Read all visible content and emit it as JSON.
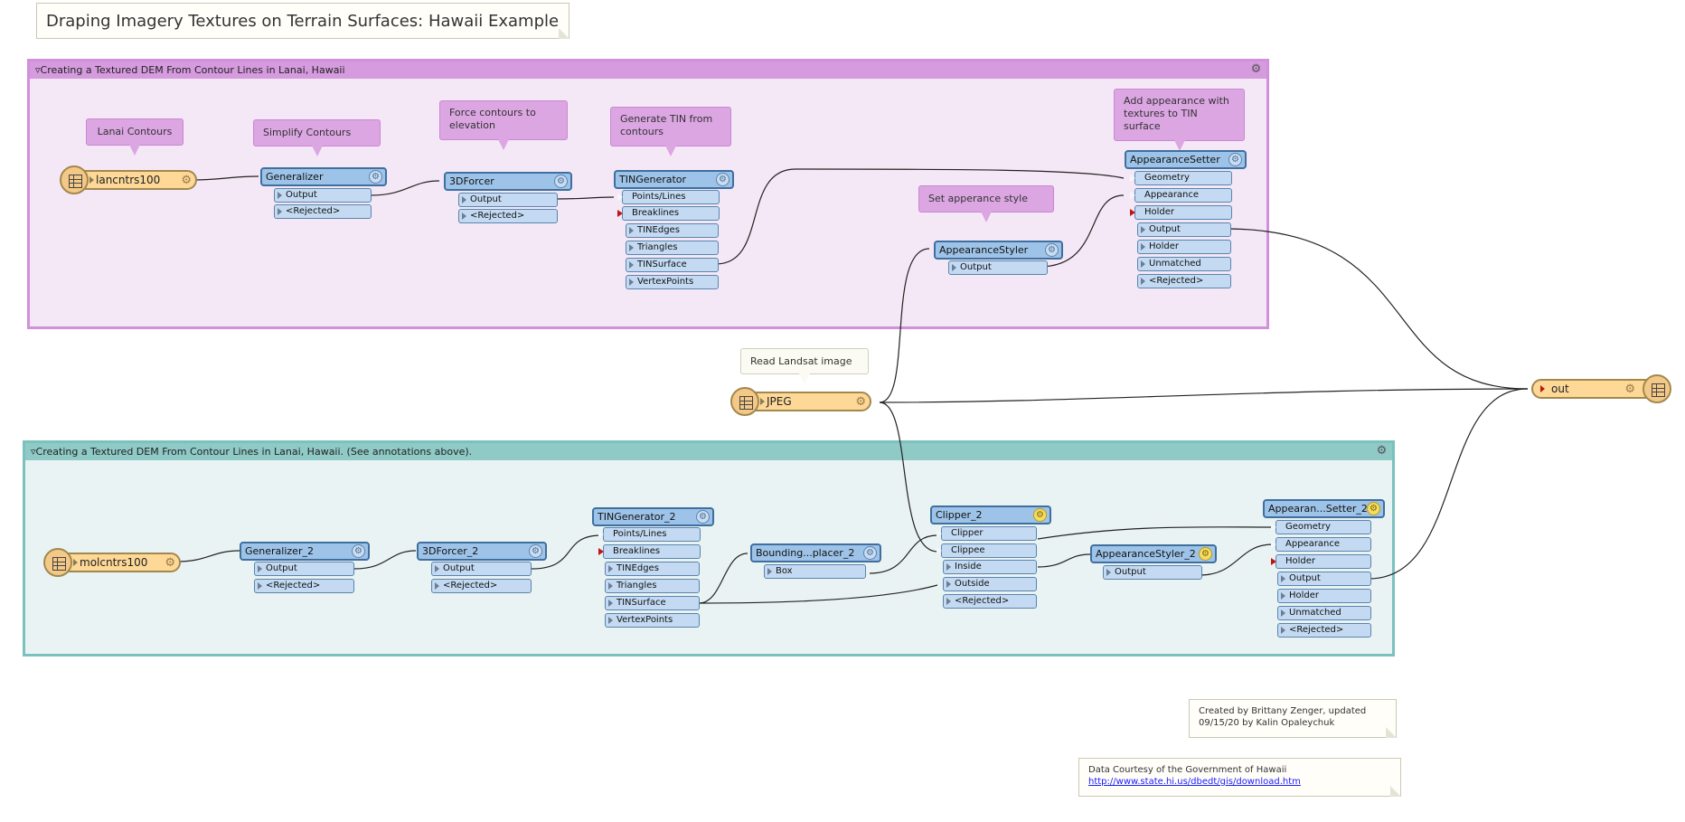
{
  "title": "Draping Imagery Textures on Terrain Surfaces: Hawaii Example",
  "bookmarks": {
    "top": "Creating a Textured DEM From Contour Lines in Lanai, Hawaii",
    "bottom": "Creating a Textured DEM From Contour Lines in Lanai, Hawaii. (See annotations above)."
  },
  "annotations": {
    "lanai_contours": "Lanai Contours",
    "simplify": "Simplify Contours",
    "force": "Force contours to elevation",
    "tin": "Generate TIN from contours",
    "style": "Set apperance style",
    "appearance": "Add appearance with textures to TIN surface",
    "landsat": "Read Landsat image"
  },
  "readers": {
    "lancntrs": "lancntrs100",
    "molcntrs": "molcntrs100",
    "jpeg": "JPEG"
  },
  "writer": "out",
  "top": {
    "generalizer": {
      "name": "Generalizer",
      "ports": [
        "Output",
        "<Rejected>"
      ]
    },
    "forcer": {
      "name": "3DForcer",
      "ports": [
        "Output",
        "<Rejected>"
      ]
    },
    "tin": {
      "name": "TINGenerator",
      "inputs": [
        "Points/Lines",
        "Breaklines"
      ],
      "outputs": [
        "TINEdges",
        "Triangles",
        "TINSurface",
        "VertexPoints"
      ]
    },
    "styler": {
      "name": "AppearanceStyler",
      "ports": [
        "Output"
      ]
    },
    "setter": {
      "name": "AppearanceSetter",
      "inputs": [
        "Geometry",
        "Appearance",
        "Holder"
      ],
      "outputs": [
        "Output",
        "Holder",
        "Unmatched",
        "<Rejected>"
      ]
    }
  },
  "bottom": {
    "generalizer": {
      "name": "Generalizer_2",
      "ports": [
        "Output",
        "<Rejected>"
      ]
    },
    "forcer": {
      "name": "3DForcer_2",
      "ports": [
        "Output",
        "<Rejected>"
      ]
    },
    "tin": {
      "name": "TINGenerator_2",
      "inputs": [
        "Points/Lines",
        "Breaklines"
      ],
      "outputs": [
        "TINEdges",
        "Triangles",
        "TINSurface",
        "VertexPoints"
      ]
    },
    "bounding": {
      "name": "Bounding...placer_2",
      "ports": [
        "Box"
      ]
    },
    "clipper": {
      "name": "Clipper_2",
      "inputs": [
        "Clipper",
        "Clippee"
      ],
      "outputs": [
        "Inside",
        "Outside",
        "<Rejected>"
      ]
    },
    "styler": {
      "name": "AppearanceStyler_2",
      "ports": [
        "Output"
      ]
    },
    "setter": {
      "name": "Appearan...Setter_2",
      "inputs": [
        "Geometry",
        "Appearance",
        "Holder"
      ],
      "outputs": [
        "Output",
        "Holder",
        "Unmatched",
        "<Rejected>"
      ]
    }
  },
  "credits": {
    "created": "Created by Brittany Zenger, updated 09/15/20 by Kalin Opaleychuk",
    "data": "Data Courtesy of the Government of Hawaii",
    "link": "http://www.state.hi.us/dbedt/gis/download.htm"
  },
  "colors": {
    "bookmark_pink": "#d28fdc",
    "bookmark_teal": "#7bc1bd",
    "transformer": "#9ec3e8",
    "reader": "#fdd897"
  }
}
